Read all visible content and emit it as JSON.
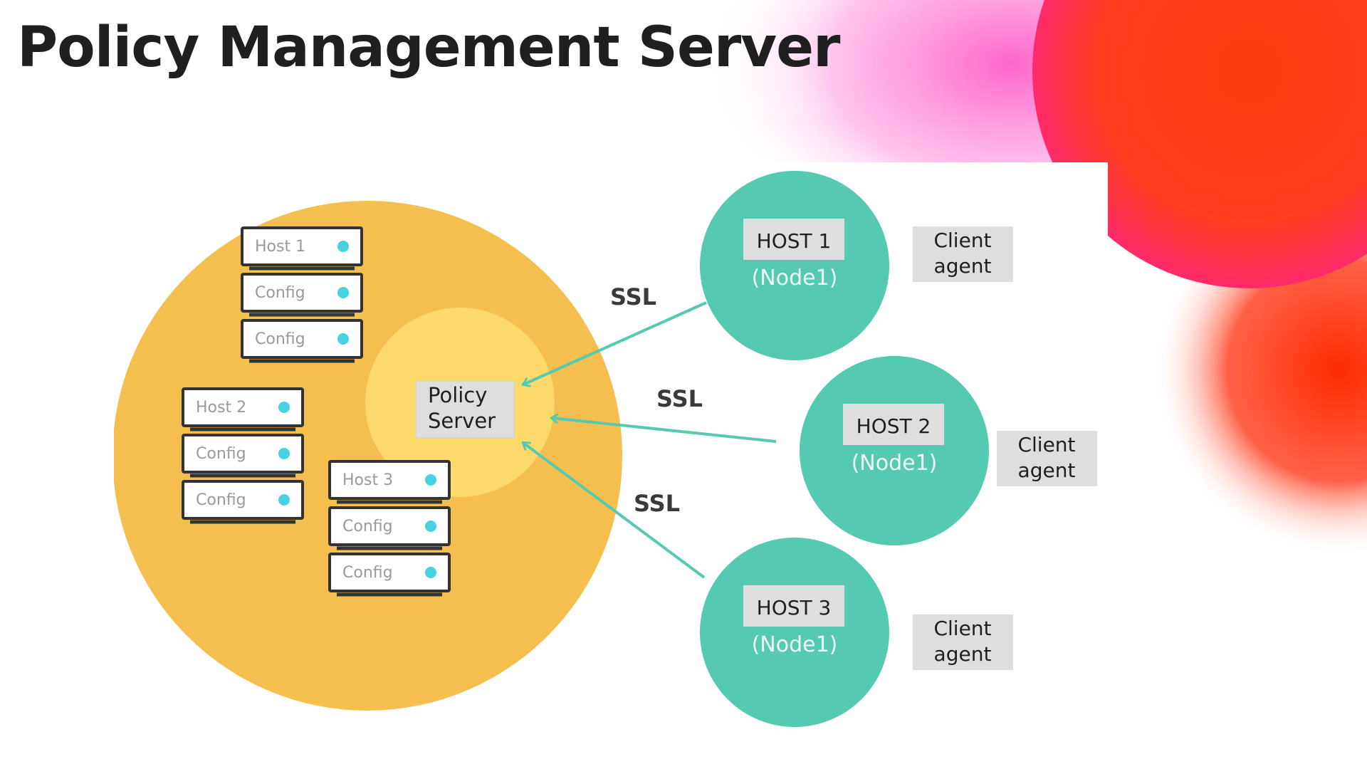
{
  "page": {
    "title": "Policy Management Server"
  },
  "colors": {
    "title_text": "#1f1f1f",
    "outer_circle": "#f5bf4f",
    "inner_circle": "#fbd96b",
    "host_circle": "#56c9b1",
    "arrow": "#56c9b1",
    "label_box": "#dedede",
    "rack_outline": "#333333",
    "rack_dot": "#46d2e0",
    "rack_text": "#9a9a9a",
    "deco_pink": "#ff4fa3",
    "deco_red": "#ff3d1f"
  },
  "diagram": {
    "policy_server": {
      "line1": "Policy",
      "line2": "Server"
    },
    "racks": [
      {
        "id": "rack-1",
        "units": [
          "Host 1",
          "Config",
          "Config"
        ]
      },
      {
        "id": "rack-2",
        "units": [
          "Host 2",
          "Config",
          "Config"
        ]
      },
      {
        "id": "rack-3",
        "units": [
          "Host 3",
          "Config",
          "Config"
        ]
      }
    ],
    "hosts": [
      {
        "name": "HOST 1",
        "node": "(Node1)",
        "agent_line1": "Client",
        "agent_line2": "agent",
        "link_label": "SSL"
      },
      {
        "name": "HOST 2",
        "node": "(Node1)",
        "agent_line1": "Client",
        "agent_line2": "agent",
        "link_label": "SSL"
      },
      {
        "name": "HOST 3",
        "node": "(Node1)",
        "agent_line1": "Client",
        "agent_line2": "agent",
        "link_label": "SSL"
      }
    ]
  }
}
